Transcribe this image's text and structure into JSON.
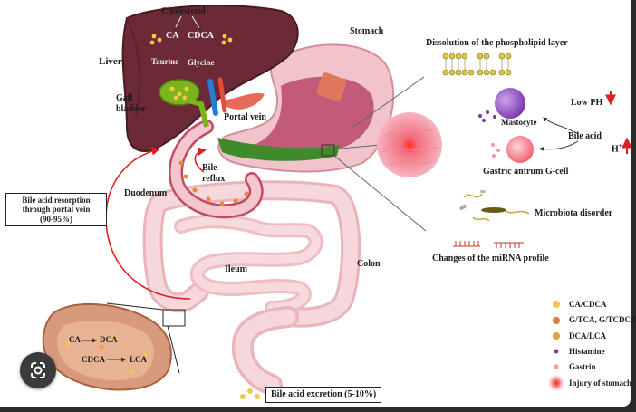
{
  "labels": {
    "cholesterol": "Cholesterol",
    "ca": "CA",
    "cdca": "CDCA",
    "taurine": "Taurine",
    "glycine": "Glycine",
    "liver": "Liver",
    "stomach": "Stomach",
    "gall_bladder": "Gall\nbladder",
    "portal_vein": "Portal vein",
    "bile_reflux": "Bile\nreflux",
    "duodenum": "Duodenum",
    "ileum": "Ileum",
    "colon": "Colon",
    "resorption": "Bile acid resorption\nthrough portal vein\n(90-95%)",
    "excretion": "Bile acid excretion  (5-10%)",
    "inset_ca": "CA",
    "inset_dca": "DCA",
    "inset_cdca": "CDCA",
    "inset_lca": "LCA"
  },
  "right_panel": {
    "phospholipid": "Dissolution of the phospholipid layer",
    "low_ph": "Low PH",
    "mastocyte": "Mastocyte",
    "bile_acid": "Bile acid",
    "h_plus": "H",
    "h_plus_sup": "+",
    "gastrin_cell": "Gastric antrum G-cell",
    "microbiota": "Microbiota disorder",
    "mirna": "Changes of the miRNA profile"
  },
  "legend": {
    "items": [
      {
        "label": "CA/CDCA",
        "color": "#f3c94a"
      },
      {
        "label": "G/TCA,  G/TCDCA",
        "color": "#e07b3a"
      },
      {
        "label": "DCA/LCA",
        "color": "#e8a13b"
      },
      {
        "label": "Histamine",
        "color": "#7a3aa8"
      },
      {
        "label": "Gastrin",
        "color": "#f29aa6"
      },
      {
        "label": "Injury  of stomach",
        "color": "#e0261f"
      }
    ]
  },
  "colors": {
    "liver": "#6b2a36",
    "gall_bladder": "#7ab51d",
    "stomach_wall": "#efc3c9",
    "stomach_inner": "#c25a79",
    "bile_green": "#3f8b2b",
    "intestine": "#f3cfd3",
    "colon": "#f0c0c6",
    "arrow_red": "#e02020"
  },
  "icons": {
    "lens": "google-lens-icon",
    "down_arrow": "down-arrow-icon",
    "up_arrow": "up-arrow-icon"
  }
}
